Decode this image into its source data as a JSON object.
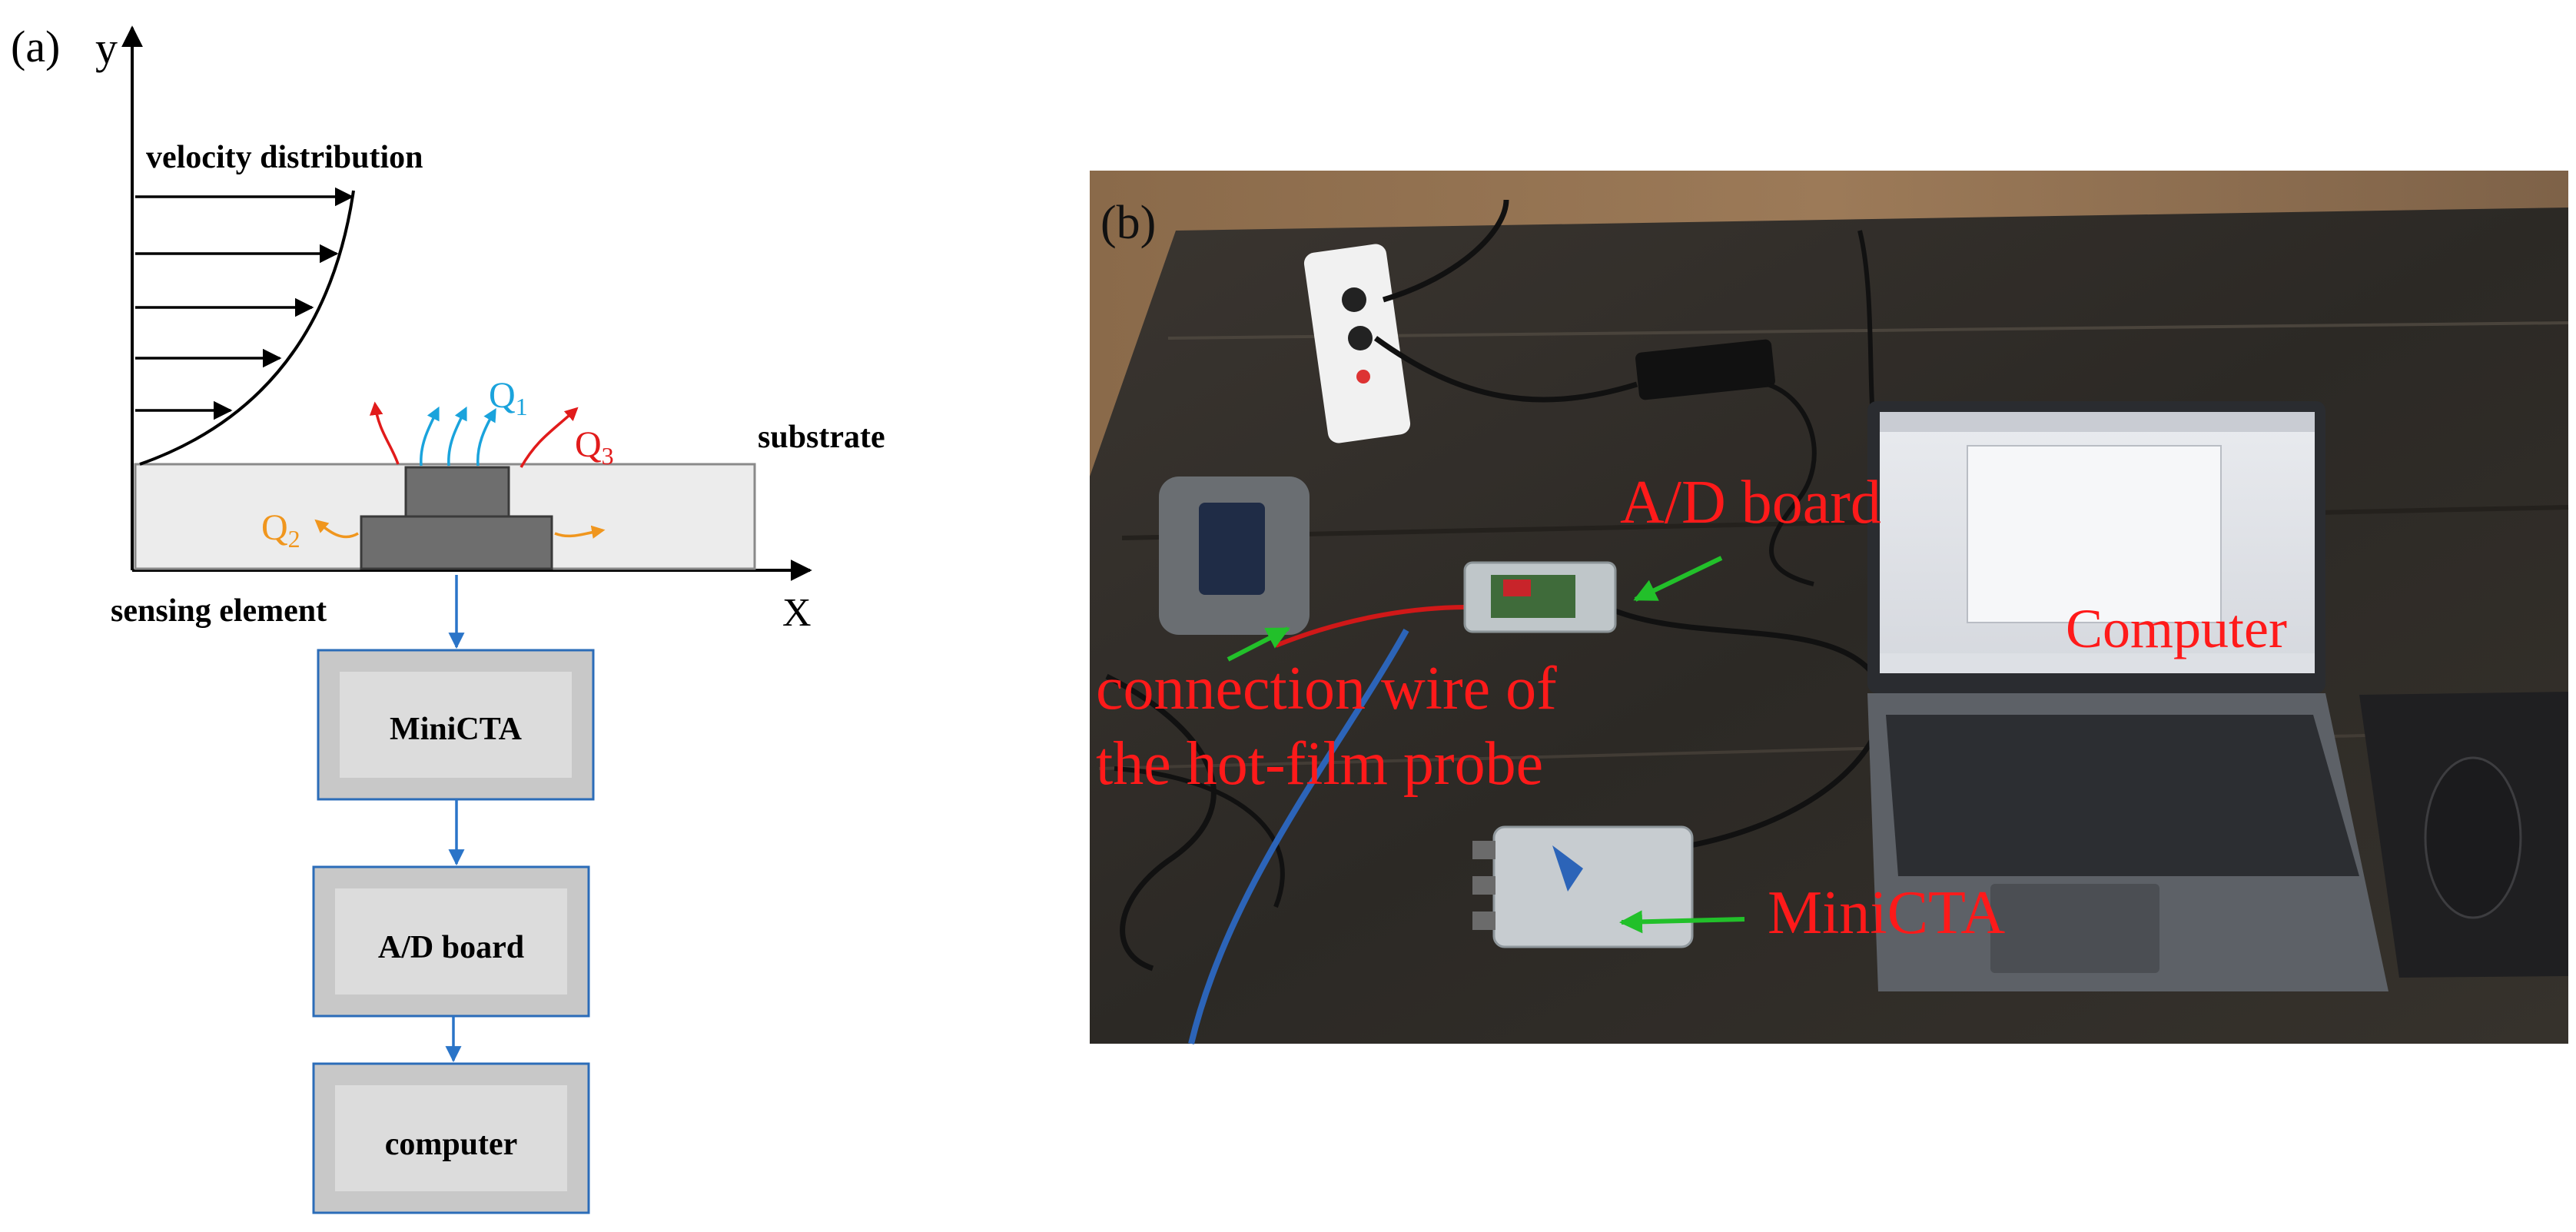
{
  "panel_a": {
    "label": "(a)",
    "axis_y": "y",
    "axis_x": "X",
    "velocity_label": "velocity distribution",
    "substrate_label": "substrate",
    "sensing_label": "sensing element",
    "q1_main": "Q",
    "q1_sub": "1",
    "q2_main": "Q",
    "q2_sub": "2",
    "q3_main": "Q",
    "q3_sub": "3",
    "flow_boxes": [
      "MiniCTA",
      "A/D board",
      "computer"
    ]
  },
  "panel_b": {
    "label": "(b)",
    "annotations": {
      "ad_board": "A/D  board",
      "computer": "Computer",
      "wire_line1": "connection  wire  of",
      "wire_line2": "the hot-film probe",
      "minicta": "MiniCTA"
    }
  },
  "colors": {
    "q1": "#1aa3dc",
    "q2": "#f0961e",
    "q3": "#e11b1b",
    "annotation_red": "#ff1a1a",
    "annotation_arrow": "#22c02a",
    "flow_border": "#2b6cb8",
    "flow_arrow": "#2a74c8"
  }
}
